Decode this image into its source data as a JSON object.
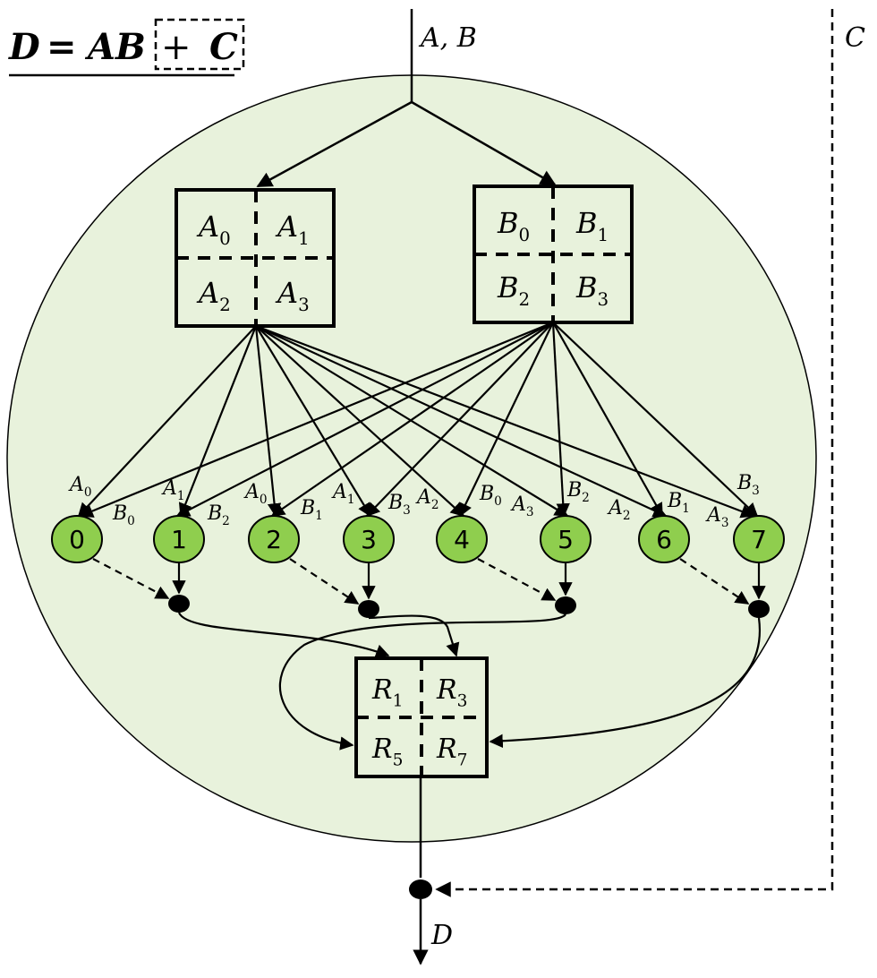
{
  "title": {
    "lhs": "D",
    "eq": "=",
    "ab": "AB",
    "plus": "+",
    "c": "C"
  },
  "inputs": {
    "ab_main": "A",
    "ab_sep": ", ",
    "ab_second": "B",
    "c_label": "C",
    "output_label": "D"
  },
  "colors": {
    "cluster_fill": "#e8f2dc",
    "node_fill": "#8fce4e",
    "stroke": "#000000"
  },
  "matrix_a": [
    {
      "base": "A",
      "sub": "0"
    },
    {
      "base": "A",
      "sub": "1"
    },
    {
      "base": "A",
      "sub": "2"
    },
    {
      "base": "A",
      "sub": "3"
    }
  ],
  "matrix_b": [
    {
      "base": "B",
      "sub": "0"
    },
    {
      "base": "B",
      "sub": "1"
    },
    {
      "base": "B",
      "sub": "2"
    },
    {
      "base": "B",
      "sub": "3"
    }
  ],
  "matrix_r": [
    {
      "base": "R",
      "sub": "1"
    },
    {
      "base": "R",
      "sub": "3"
    },
    {
      "base": "R",
      "sub": "5"
    },
    {
      "base": "R",
      "sub": "7"
    }
  ],
  "nodes": [
    {
      "id": "0",
      "a": {
        "base": "A",
        "sub": "0"
      },
      "b": {
        "base": "B",
        "sub": "0"
      }
    },
    {
      "id": "1",
      "a": {
        "base": "A",
        "sub": "1"
      },
      "b": {
        "base": "B",
        "sub": "2"
      }
    },
    {
      "id": "2",
      "a": {
        "base": "A",
        "sub": "0"
      },
      "b": {
        "base": "B",
        "sub": "1"
      }
    },
    {
      "id": "3",
      "a": {
        "base": "A",
        "sub": "1"
      },
      "b": {
        "base": "B",
        "sub": "3"
      }
    },
    {
      "id": "4",
      "a": {
        "base": "A",
        "sub": "2"
      },
      "b": {
        "base": "B",
        "sub": "0"
      }
    },
    {
      "id": "5",
      "a": {
        "base": "A",
        "sub": "3"
      },
      "b": {
        "base": "B",
        "sub": "2"
      }
    },
    {
      "id": "6",
      "a": {
        "base": "A",
        "sub": "2"
      },
      "b": {
        "base": "B",
        "sub": "1"
      }
    },
    {
      "id": "7",
      "a": {
        "base": "A",
        "sub": "3"
      },
      "b": {
        "base": "B",
        "sub": "3"
      }
    }
  ]
}
